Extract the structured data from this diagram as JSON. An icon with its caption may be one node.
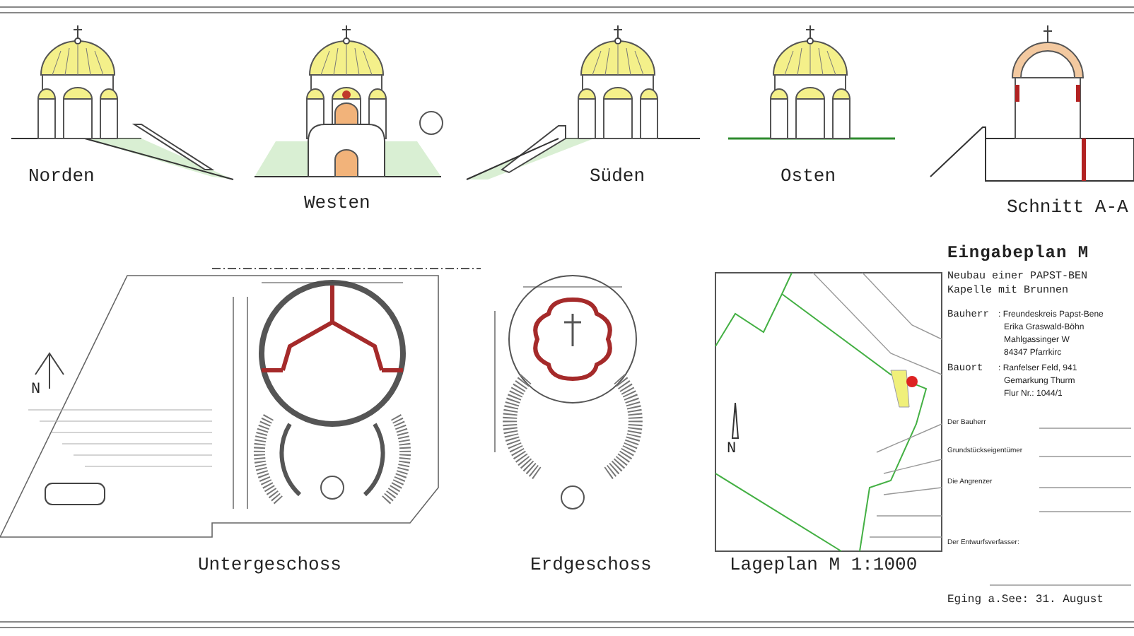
{
  "diagram": {
    "labels": [
      "Norden",
      "Westen",
      "Süden",
      "Osten",
      "Schnitt A-A",
      "N",
      "Untergeschoss",
      "Erdgeschoss",
      "N",
      "Lageplan M 1:1000",
      "Eingabeplan M",
      "Neubau einer PAPST-BEN",
      "Kapelle mit Brunnen",
      "Bauherr",
      ": Freundeskreis Papst-Bene",
      "Erika Graswald-Böhn",
      "Mahlgassinger W",
      "84347 Pfarrkirc",
      "Bauort",
      ": Ranfelser Feld, 941",
      "Gemarkung Thurm",
      "Flur Nr.: 1044/1",
      "Der Bauherr",
      "Grundstückseigentümer",
      "Die Angrenzer",
      "Der Entwurfsverfasser:",
      "Eging a.See: 31. August"
    ]
  }
}
